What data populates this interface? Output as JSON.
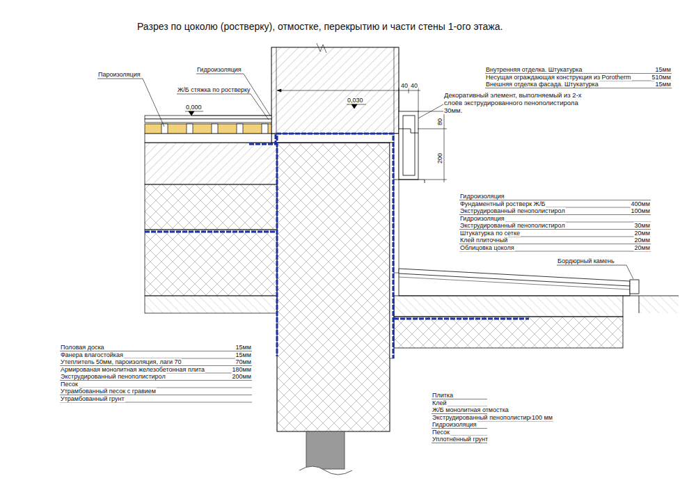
{
  "diagram": {
    "title": "Разрез по цоколю (ростверку), отмостке, перекрытию и части стены 1-ого этажа.",
    "labels": [
      "Пароизоляция",
      "Гидроизоляция",
      "Ж/Б стяжка по ростверку",
      "0,000",
      "0,030",
      "40",
      "40",
      "80",
      "200",
      "Внутренняя отделка. Штукатурка",
      "15мм",
      "Несущая ограждающая конструкция из Porotherm",
      "510мм",
      "Внешняя отделка фасада. Штукатурка",
      "15мм",
      "Декоративный элемент, выполняемый из 2-х слоёв экструдированного пенополистирола 30мм.",
      "Гидроизоляция",
      "Фундаментный ростверк Ж/Б",
      "400мм",
      "Экструдированный пенополистирол",
      "100мм",
      "Гидроизоляция",
      "Экструдированный пенополистирол",
      "30мм",
      "Штукатурка по сетке",
      "20мм",
      "Клей плиточный",
      "20мм",
      "Облицовка цоколя",
      "20мм",
      "Бордюрный камень",
      "Половая доска",
      "15мм",
      "Фанера влагостойкая",
      "15мм",
      "Утеплитель 50мм, пароизоляция, лаги 70",
      "70мм",
      "Армированая монолитная железобетонная плита",
      "180мм",
      "Экструдированный пенополистирол",
      "200мм",
      "Песок",
      "Утрамбованный песок с гравием",
      "Утрамбованный грунт",
      "Плитка",
      "Клей",
      "Ж/Б монолитная отмостка",
      "Экструдированный пенополистирол",
      "100 мм",
      "Гидроизоляция",
      "Песок",
      "Уплотнённый грунт"
    ]
  }
}
